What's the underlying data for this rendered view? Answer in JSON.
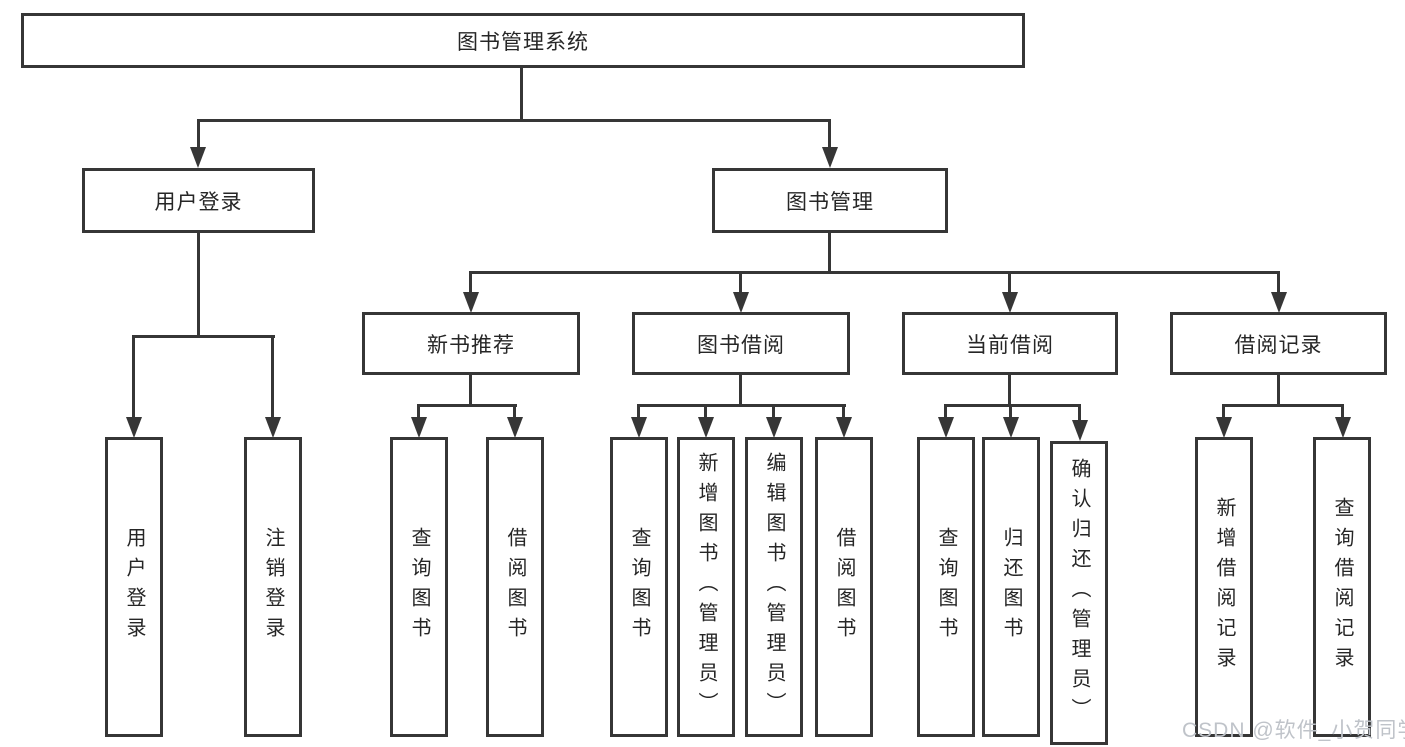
{
  "diagram": {
    "title": "图书管理系统",
    "root": {
      "label": "图书管理系统"
    },
    "level1": [
      {
        "id": "user-login",
        "label": "用户登录"
      },
      {
        "id": "book-management",
        "label": "图书管理"
      }
    ],
    "level2": [
      {
        "id": "new-book-recommend",
        "label": "新书推荐"
      },
      {
        "id": "book-borrow",
        "label": "图书借阅"
      },
      {
        "id": "current-borrow",
        "label": "当前借阅"
      },
      {
        "id": "borrow-record",
        "label": "借阅记录"
      }
    ],
    "leaves": {
      "user_login": [
        "用户登录",
        "注销登录"
      ],
      "new_book_recommend": [
        "查询图书",
        "借阅图书"
      ],
      "book_borrow": [
        "查询图书",
        "新增图书（管理员）",
        "编辑图书（管理员）",
        "借阅图书"
      ],
      "current_borrow": [
        "查询图书",
        "归还图书",
        "确认归还（管理员）"
      ],
      "borrow_record": [
        "新增借阅记录",
        "查询借阅记录"
      ]
    },
    "colors": {
      "line": "#363636",
      "text": "#262626",
      "background": "#ffffff",
      "watermark": "#bfc3c9"
    }
  },
  "watermark": {
    "text": "CSDN @软件_小贺同学"
  }
}
